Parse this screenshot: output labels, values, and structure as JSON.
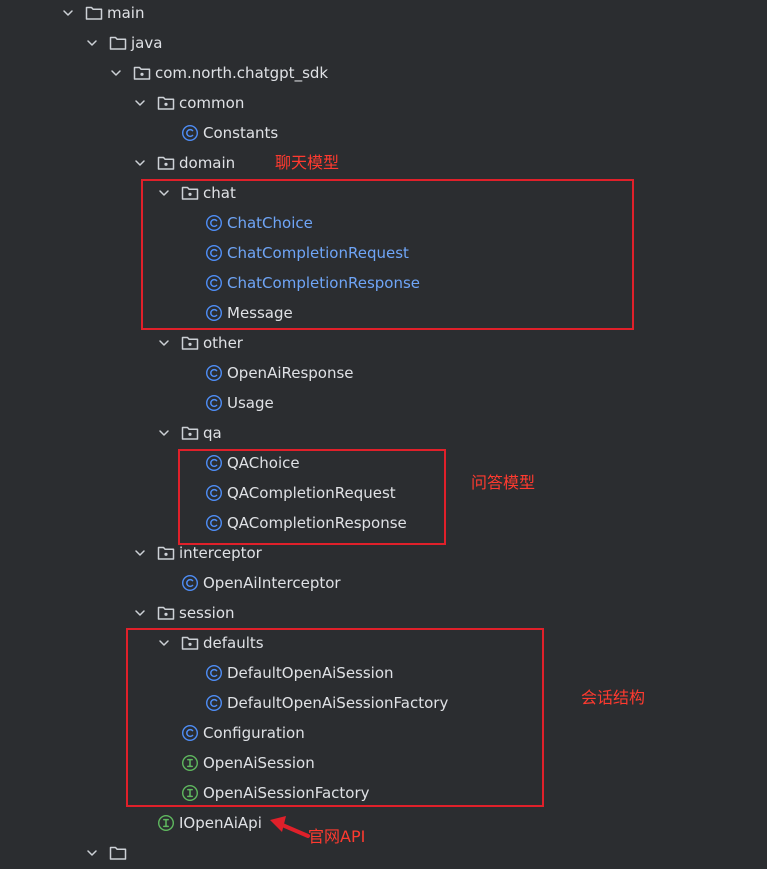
{
  "tree": [
    {
      "id": "main",
      "label": "main",
      "type": "folder-blue",
      "depth": 0,
      "expanded": true
    },
    {
      "id": "java",
      "label": "java",
      "type": "folder-blue",
      "depth": 1,
      "expanded": true
    },
    {
      "id": "pkg-root",
      "label": "com.north.chatgpt_sdk",
      "type": "package",
      "depth": 2,
      "expanded": true
    },
    {
      "id": "pkg-common",
      "label": "common",
      "type": "package",
      "depth": 3,
      "expanded": true
    },
    {
      "id": "constants",
      "label": "Constants",
      "type": "class",
      "depth": 4
    },
    {
      "id": "pkg-domain",
      "label": "domain",
      "type": "package",
      "depth": 3,
      "expanded": true
    },
    {
      "id": "pkg-chat",
      "label": "chat",
      "type": "package",
      "depth": 4,
      "expanded": true
    },
    {
      "id": "chatchoice",
      "label": "ChatChoice",
      "type": "class",
      "depth": 5,
      "modified": true
    },
    {
      "id": "chatcompletionrequest",
      "label": "ChatCompletionRequest",
      "type": "class",
      "depth": 5,
      "modified": true
    },
    {
      "id": "chatcompletionresponse",
      "label": "ChatCompletionResponse",
      "type": "class",
      "depth": 5,
      "modified": true
    },
    {
      "id": "message",
      "label": "Message",
      "type": "class",
      "depth": 5
    },
    {
      "id": "pkg-other",
      "label": "other",
      "type": "package",
      "depth": 4,
      "expanded": true
    },
    {
      "id": "openairesponse",
      "label": "OpenAiResponse",
      "type": "class",
      "depth": 5
    },
    {
      "id": "usage",
      "label": "Usage",
      "type": "class",
      "depth": 5
    },
    {
      "id": "pkg-qa",
      "label": "qa",
      "type": "package",
      "depth": 4,
      "expanded": true
    },
    {
      "id": "qachoice",
      "label": "QAChoice",
      "type": "class",
      "depth": 5
    },
    {
      "id": "qacompletionrequest",
      "label": "QACompletionRequest",
      "type": "class",
      "depth": 5
    },
    {
      "id": "qacompletionresponse",
      "label": "QACompletionResponse",
      "type": "class",
      "depth": 5
    },
    {
      "id": "pkg-interceptor",
      "label": "interceptor",
      "type": "package",
      "depth": 3,
      "expanded": true
    },
    {
      "id": "openaiinterceptor",
      "label": "OpenAiInterceptor",
      "type": "class",
      "depth": 4
    },
    {
      "id": "pkg-session",
      "label": "session",
      "type": "package",
      "depth": 3,
      "expanded": true
    },
    {
      "id": "pkg-defaults",
      "label": "defaults",
      "type": "package",
      "depth": 4,
      "expanded": true
    },
    {
      "id": "defaultopenaisession",
      "label": "DefaultOpenAiSession",
      "type": "class",
      "depth": 5
    },
    {
      "id": "defaultopenaisessionfactory",
      "label": "DefaultOpenAiSessionFactory",
      "type": "class",
      "depth": 5
    },
    {
      "id": "configuration",
      "label": "Configuration",
      "type": "class",
      "depth": 4
    },
    {
      "id": "openaisession",
      "label": "OpenAiSession",
      "type": "interface",
      "depth": 4
    },
    {
      "id": "openaisessionfactory",
      "label": "OpenAiSessionFactory",
      "type": "interface",
      "depth": 4
    },
    {
      "id": "iopenaiapi",
      "label": "IOpenAiApi",
      "type": "interface",
      "depth": 3
    }
  ],
  "annotations": {
    "chat_model": "聊天模型",
    "qa_model": "问答模型",
    "session_structure": "会话结构",
    "official_api": "官网API"
  },
  "colors": {
    "background": "#2b2d30",
    "text": "#dfe1e5",
    "modified_text": "#6fa5f7",
    "class_icon": "#4f8ef7",
    "interface_icon": "#5fb85f",
    "annotation": "#e0202a"
  },
  "icons": {
    "folder-blue": "folder-icon",
    "package": "package-icon",
    "class": "class-icon",
    "interface": "interface-icon",
    "chevron": "chevron-down-icon"
  }
}
